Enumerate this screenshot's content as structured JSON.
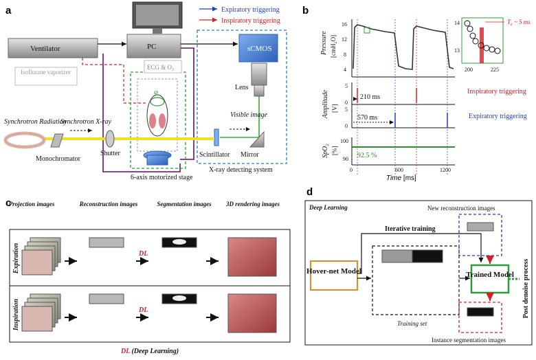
{
  "colors": {
    "expiratory": "#1f3fbf",
    "inspiratory": "#d2202a",
    "green_box": "#2e9b3a",
    "blue_box": "#2a78c8",
    "purple_line": "#7a2a8a",
    "beam": "#f0e020",
    "spo2_line": "#2e8b2e",
    "orange_box": "#e08a2a"
  },
  "panel_a": {
    "label": "a",
    "legend_expiratory": "Expiratory triggering",
    "legend_inspiratory": "Inspiratory triggering",
    "ventilator": "Ventilator",
    "pc": "PC",
    "isoflurane": "Isoflurane vaporizer",
    "ecg": "ECG & O",
    "ecg_sub": "2",
    "scmos": "sCMOS",
    "lens": "Lens",
    "synchrotron_radiation": "Synchrotron Radiation",
    "synchrotron_xray": "Synchrotron X-ray",
    "visible_image": "Visible image",
    "shutter": "Shutter",
    "scintillator": "Scintillator",
    "mirror": "Mirror",
    "monochromator": "Monochromator",
    "stage": "6-axis motorized stage",
    "xray_system": "X-ray detecting system",
    "phi": "φ"
  },
  "panel_b": {
    "label": "b",
    "pressure_ylabel": "Pressure",
    "pressure_unit": "[cmH₂O]",
    "pressure_ticks": [
      "16",
      "12",
      "8",
      "4"
    ],
    "inset_ticks_y": [
      "14",
      "13"
    ],
    "inset_ticks_x": [
      "200",
      "225"
    ],
    "inset_note": "T",
    "inset_note_sub": "e",
    "inset_note_rest": " ~ 5 ms",
    "amplitude_label": "Amplitude",
    "amplitude_unit": "[V]",
    "amp_ticks": [
      "5",
      "0",
      "5",
      "0"
    ],
    "ms210": "210 ms",
    "ms570": "570 ms",
    "inspiratory_trig": "Inspiratory triggering",
    "expiratory_trig": "Expiratory triggering",
    "spo2_label": "SpO₂",
    "spo2_unit": "[%]",
    "spo2_ticks": [
      "100",
      "90"
    ],
    "spo2_value": "92.5 %",
    "x_ticks": [
      "0",
      "600",
      "1200"
    ],
    "xlabel_time": "Time",
    "xlabel_unit": " [ms]"
  },
  "panel_c": {
    "label": "c",
    "col1": "Projection images",
    "col2": "Reconstruction images",
    "col3": "Segmentation images",
    "col4": "3D rendering images",
    "row1": "Expiration",
    "row2": "Inspiration",
    "dl": "DL",
    "footer_dl": "DL",
    "footer_rest": " (Deep Learning)"
  },
  "panel_d": {
    "label": "d",
    "title": "Deep Learning",
    "new_recon": "New reconstruction images",
    "iterative": "Iterative training",
    "hovernet": "Hover-net Model",
    "trained": "Trained Model",
    "training_set": "Training set",
    "post_denoise": "Post denoise process",
    "instance_seg": "Instance segmentation images"
  }
}
